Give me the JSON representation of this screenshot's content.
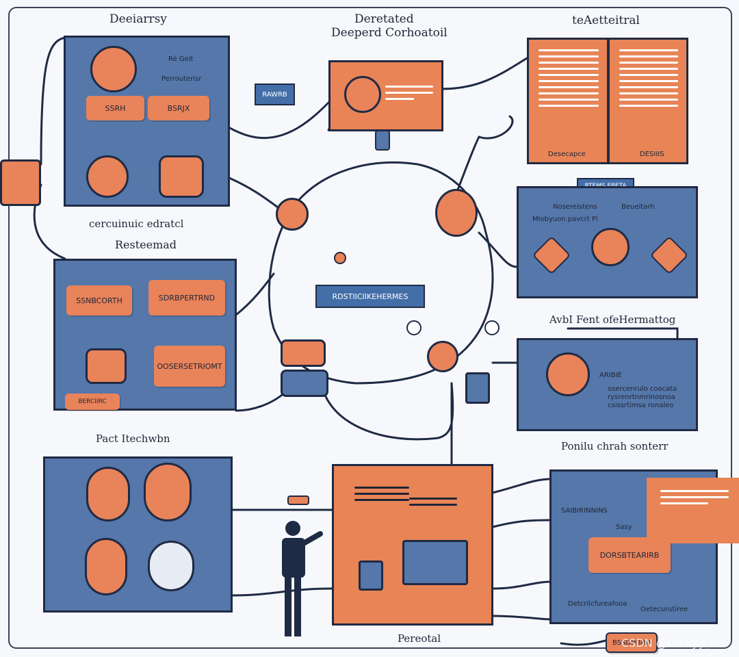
{
  "colors": {
    "orange": "#e9835a",
    "blue": "#5577aa",
    "navy": "#1f2a44",
    "background": "#f7f8fb"
  },
  "top_left": {
    "title": "Deeiarrsy",
    "side_text_1": "Ré Geit",
    "side_text_2": "Perrouterisr",
    "chip_1": "SSRH",
    "chip_2": "BSRJX",
    "caption": "cercuinuic edratcl"
  },
  "top_center": {
    "title_line_1": "Deretated",
    "title_line_2": "Deeperd Corhoatoil",
    "tag": "RAWRB"
  },
  "top_right": {
    "title": "teAetteitral",
    "label_1": "Desecapce",
    "label_2": "DESIIIS"
  },
  "right_mid": {
    "tag": "RTEMS FBETA",
    "line_1": "Nosereistens",
    "line_2": "Beueitarh",
    "line_3": "Mlobyuon pavcrt Pl"
  },
  "left_mid": {
    "title": "Resteemad",
    "chip_1": "SSNBCORTH",
    "chip_2": "SDRBPERTRND",
    "chip_3": "OOSERSETRIOMT",
    "chip_4": "BERCIIRC"
  },
  "center": {
    "label": "RDSTIICIIKEHERMES"
  },
  "right_lower": {
    "title": "AvbI Fent ofeHermattog",
    "tag": "ARIBIE",
    "lines": [
      "osercenrulo coacata",
      "rysrenrtnmrinosnoa",
      "csissrtimsa ronaleo"
    ]
  },
  "bottom_left": {
    "title": "Pact Itechwbn"
  },
  "bottom_center": {
    "caption": "Pereotal"
  },
  "bottom_right": {
    "title": "Ponilu chrah sonterr",
    "tag_1": "SAIBIRINNINS",
    "tag_2": "Sasy",
    "chip": "DORSBTEARIRB",
    "line_1": "Detcrilcfureafooa",
    "line_2": "Oetecurutiree"
  },
  "bottom_tag": {
    "text": "BSSDHBRN"
  },
  "watermark": {
    "text": "CSDN @Luckyy_D"
  }
}
